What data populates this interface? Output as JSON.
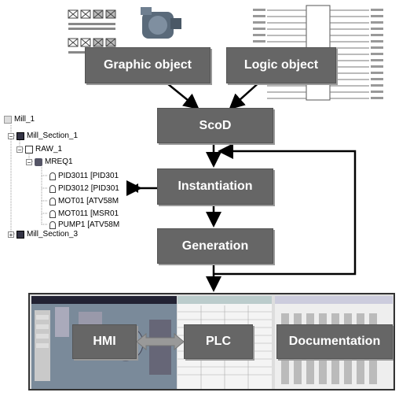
{
  "boxes": {
    "graphic_object": "Graphic object",
    "logic_object": "Logic object",
    "scod": "ScoD",
    "instantiation": "Instantiation",
    "generation": "Generation",
    "hmi": "HMI",
    "plc": "PLC",
    "documentation": "Documentation"
  },
  "tree": {
    "root": "Mill_1",
    "section1": "Mill_Section_1",
    "raw": "RAW_1",
    "mreq": "MREQ1",
    "leaves": [
      "PID3011 [PID301",
      "PID3012 [PID301",
      "MOT01 [ATV58M",
      "MOT011 [MSR01",
      "PUMP1 [ATV58M"
    ],
    "section3": "Mill_Section_3"
  },
  "colors": {
    "box": "#666666",
    "arrow": "#000000",
    "frame": "#333333"
  }
}
